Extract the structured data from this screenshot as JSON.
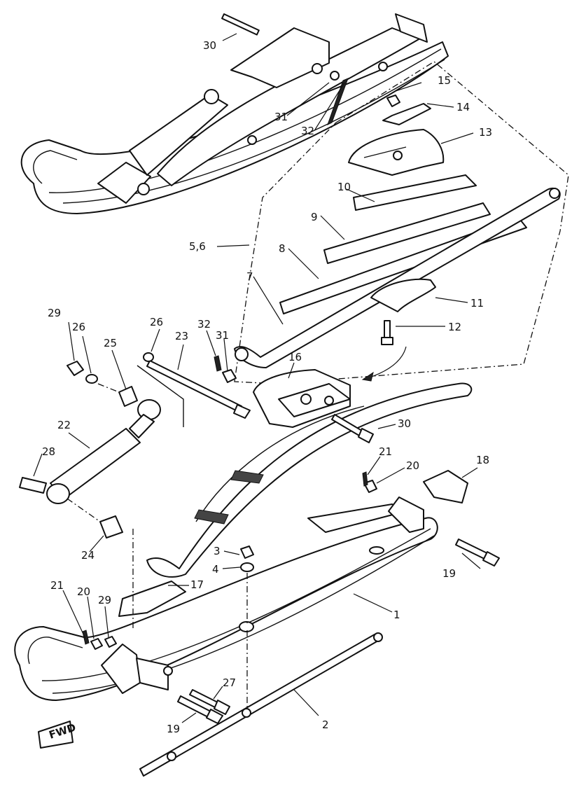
{
  "callouts": {
    "c1": "1",
    "c2": "2",
    "c3": "3",
    "c4": "4",
    "c56": "5,6",
    "c7": "7",
    "c8": "8",
    "c9": "9",
    "c10": "10",
    "c11": "11",
    "c12": "12",
    "c13": "13",
    "c14": "14",
    "c15": "15",
    "c16": "16",
    "c17": "17",
    "c18": "18",
    "c19a": "19",
    "c19b": "19",
    "c20a": "20",
    "c20b": "20",
    "c21a": "21",
    "c21b": "21",
    "c22": "22",
    "c23": "23",
    "c24": "24",
    "c25": "25",
    "c26a": "26",
    "c26b": "26",
    "c27": "27",
    "c28": "28",
    "c29a": "29",
    "c29b": "29",
    "c30a": "30",
    "c30b": "30",
    "c31a": "31",
    "c31b": "31",
    "c32a": "32",
    "c32b": "32"
  },
  "fwd_label": "FWD"
}
